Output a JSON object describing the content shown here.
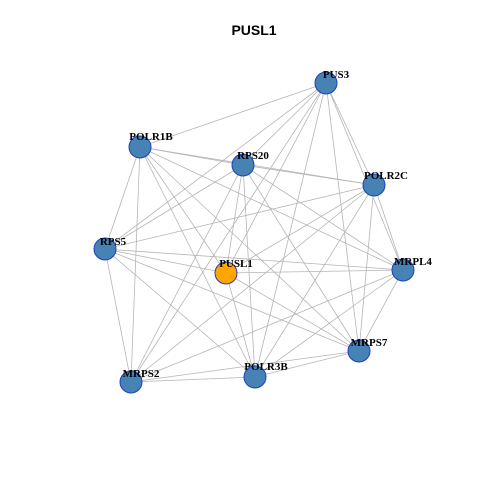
{
  "title": "PUSL1",
  "colors": {
    "node_default": "#4682b4",
    "node_highlight": "#ffa500",
    "node_border": "#1f3fbf",
    "edge": "#b5b5b5"
  },
  "nodes": [
    {
      "id": "PUS3",
      "highlight": false
    },
    {
      "id": "POLR1B",
      "highlight": false
    },
    {
      "id": "RPS20",
      "highlight": false
    },
    {
      "id": "POLR2C",
      "highlight": false
    },
    {
      "id": "RPS5",
      "highlight": false
    },
    {
      "id": "PUSL1",
      "highlight": true
    },
    {
      "id": "MRPL4",
      "highlight": false
    },
    {
      "id": "MRPS7",
      "highlight": false
    },
    {
      "id": "MRPS2",
      "highlight": false
    },
    {
      "id": "POLR3B",
      "highlight": false
    }
  ],
  "edges": [
    [
      "PUS3",
      "POLR1B"
    ],
    [
      "PUS3",
      "RPS20"
    ],
    [
      "PUS3",
      "POLR2C"
    ],
    [
      "PUS3",
      "RPS5"
    ],
    [
      "PUS3",
      "PUSL1"
    ],
    [
      "PUS3",
      "MRPL4"
    ],
    [
      "PUS3",
      "MRPS7"
    ],
    [
      "PUS3",
      "MRPS2"
    ],
    [
      "PUS3",
      "POLR3B"
    ],
    [
      "POLR1B",
      "RPS20"
    ],
    [
      "POLR1B",
      "POLR2C"
    ],
    [
      "POLR1B",
      "RPS5"
    ],
    [
      "POLR1B",
      "PUSL1"
    ],
    [
      "POLR1B",
      "MRPL4"
    ],
    [
      "POLR1B",
      "MRPS7"
    ],
    [
      "POLR1B",
      "MRPS2"
    ],
    [
      "POLR1B",
      "POLR3B"
    ],
    [
      "RPS20",
      "POLR2C"
    ],
    [
      "RPS20",
      "RPS5"
    ],
    [
      "RPS20",
      "PUSL1"
    ],
    [
      "RPS20",
      "MRPL4"
    ],
    [
      "RPS20",
      "MRPS7"
    ],
    [
      "RPS20",
      "MRPS2"
    ],
    [
      "RPS20",
      "POLR3B"
    ],
    [
      "POLR2C",
      "RPS5"
    ],
    [
      "POLR2C",
      "PUSL1"
    ],
    [
      "POLR2C",
      "MRPL4"
    ],
    [
      "POLR2C",
      "MRPS7"
    ],
    [
      "POLR2C",
      "MRPS2"
    ],
    [
      "POLR2C",
      "POLR3B"
    ],
    [
      "RPS5",
      "PUSL1"
    ],
    [
      "RPS5",
      "MRPL4"
    ],
    [
      "RPS5",
      "MRPS7"
    ],
    [
      "RPS5",
      "MRPS2"
    ],
    [
      "RPS5",
      "POLR3B"
    ],
    [
      "PUSL1",
      "MRPL4"
    ],
    [
      "PUSL1",
      "MRPS7"
    ],
    [
      "PUSL1",
      "POLR3B"
    ],
    [
      "MRPL4",
      "MRPS7"
    ],
    [
      "MRPL4",
      "MRPS2"
    ],
    [
      "MRPL4",
      "POLR3B"
    ],
    [
      "MRPS7",
      "MRPS2"
    ],
    [
      "MRPS7",
      "POLR3B"
    ],
    [
      "MRPS2",
      "POLR3B"
    ]
  ]
}
